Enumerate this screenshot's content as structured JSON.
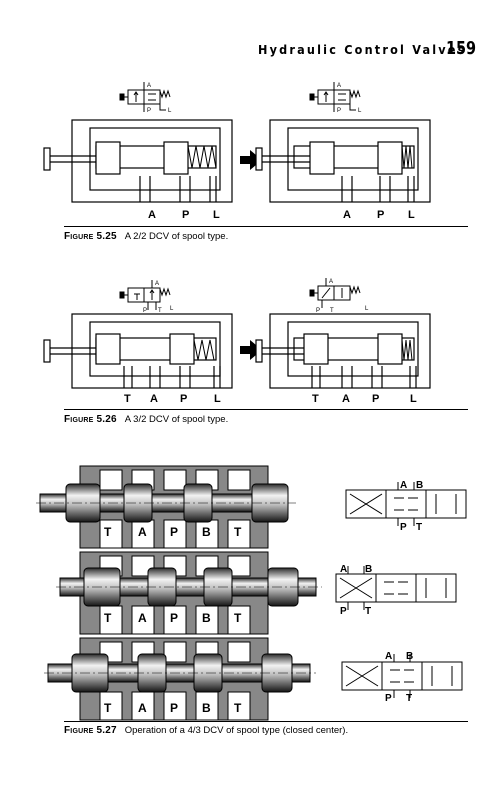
{
  "header": {
    "title": "Hydraulic Control Valves",
    "page_number": "159"
  },
  "figures": [
    {
      "label": "Figure 5.25",
      "text": "A 2/2 DCV of spool type.",
      "ports": [
        "A",
        "P",
        "L"
      ],
      "symbol_ports": [
        "A",
        "P",
        "L"
      ]
    },
    {
      "label": "Figure 5.26",
      "text": "A 3/2 DCV of spool type.",
      "ports": [
        "T",
        "A",
        "P",
        "L"
      ],
      "symbol_ports": [
        "A",
        "P",
        "T",
        "L"
      ]
    },
    {
      "label": "Figure 5.27",
      "text": "Operation of a 4/3 DCV of spool type (closed center).",
      "ports": [
        "T",
        "A",
        "P",
        "B",
        "T"
      ],
      "symbol_ports": [
        "A",
        "B",
        "P",
        "T"
      ]
    }
  ]
}
